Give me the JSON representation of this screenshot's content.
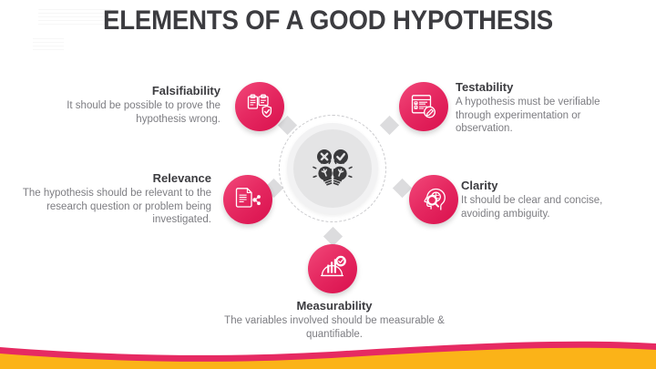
{
  "slide": {
    "title": "ELEMENTS OF A GOOD HYPOTHESIS",
    "background_color": "#ffffff",
    "accent_color": "#e62a62",
    "accent_color_secondary": "#fbb318",
    "heading_color": "#3c3c40",
    "body_color": "#7d7d82"
  },
  "center": {
    "icon": "two-lightbulbs-cross-check-icon",
    "ring_style": "dashed"
  },
  "elements": [
    {
      "id": "falsifiability",
      "heading": "Falsifiability",
      "body": "It should be possible to prove the hypothesis wrong.",
      "icon": "clipboard-shield-check-icon",
      "align": "right",
      "position": "top-left"
    },
    {
      "id": "testability",
      "heading": "Testability",
      "body": "A hypothesis must be verifiable through experimentation or observation.",
      "icon": "checklist-pen-icon",
      "align": "left",
      "position": "top-right"
    },
    {
      "id": "relevance",
      "heading": "Relevance",
      "body": "The hypothesis should be relevant to the research question or problem being investigated.",
      "icon": "document-share-nodes-icon",
      "align": "right",
      "position": "middle-left"
    },
    {
      "id": "clarity",
      "heading": "Clarity",
      "body": "It should be clear and concise, avoiding ambiguity.",
      "icon": "head-magnifier-brain-icon",
      "align": "left",
      "position": "middle-right"
    },
    {
      "id": "measurability",
      "heading": "Measurability",
      "body": "The variables involved should be measurable & quantifiable.",
      "icon": "bar-chart-gauge-check-icon",
      "align": "center",
      "position": "bottom-center"
    }
  ]
}
